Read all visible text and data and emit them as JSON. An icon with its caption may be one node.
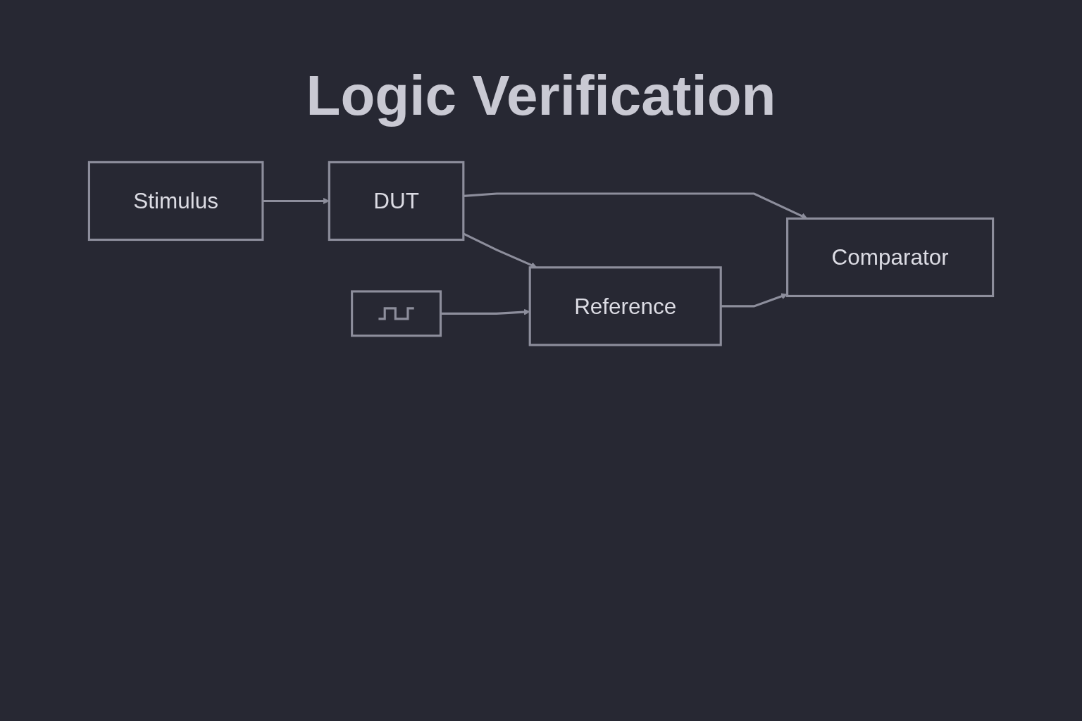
{
  "diagram": {
    "title": "Logic Verification",
    "nodes": [
      {
        "text": [
          "Stimulus"
        ]
      },
      {
        "text": [],
        "shape": "picture"
      },
      {
        "text": [
          "DUT"
        ]
      },
      {
        "text": [
          "Reference"
        ]
      },
      {
        "text": [
          "Comparator"
        ]
      }
    ],
    "edges": [
      {
        "from": 0,
        "to": 2,
        "arrow": "to"
      },
      {
        "from": 2,
        "to": 3,
        "arrow": "to"
      },
      {
        "from": 2,
        "to": 4,
        "arrow": "to"
      },
      {
        "from": 1,
        "to": 3,
        "arrow": "to"
      },
      {
        "from": 3,
        "to": 4,
        "arrow": "to"
      }
    ]
  }
}
